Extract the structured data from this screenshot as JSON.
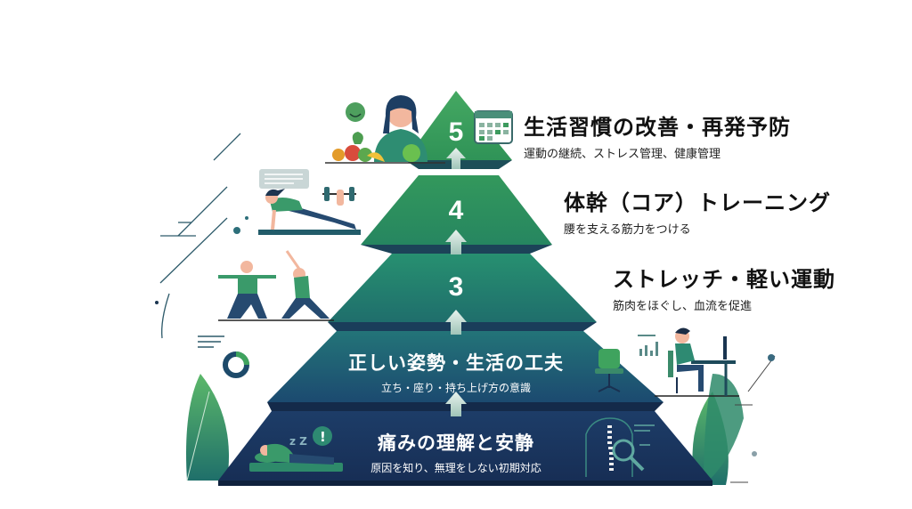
{
  "diagram": {
    "type": "pyramid",
    "tiers": [
      {
        "level": 5,
        "number_label": "5",
        "title": "生活習慣の改善・再発予防",
        "subtitle": "運動の継続、ストレス管理、健康管理",
        "label_position": "right",
        "color": "#3a9a5b",
        "illustration": "woman-with-fruits-and-calendar"
      },
      {
        "level": 4,
        "number_label": "4",
        "title": "体幹（コア）トレーニング",
        "subtitle": "腰を支える筋力をつける",
        "label_position": "right",
        "color": "#2f8f5e",
        "illustration": "plank-and-dumbbell"
      },
      {
        "level": 3,
        "number_label": "3",
        "title": "ストレッチ・軽い運動",
        "subtitle": "筋肉をほぐし、血流を促進",
        "label_position": "right",
        "color": "#26806a",
        "illustration": "two-people-stretching"
      },
      {
        "level": 2,
        "number_label": "",
        "title": "正しい姿勢・生活の工夫",
        "subtitle": "立ち・座り・持ち上げ方の意識",
        "label_position": "inside",
        "color": "#1f5a78",
        "illustration": "office-chair-and-desk-worker"
      },
      {
        "level": 1,
        "number_label": "",
        "title": "痛みの理解と安静",
        "subtitle": "原因を知り、無理をしない初期対応",
        "label_position": "inside",
        "color": "#1b3a63",
        "illustration": "sleeping-person-and-spine-exam"
      }
    ],
    "arrows": "upward between tiers",
    "colors": {
      "top_green": "#3fa35e",
      "mid_teal": "#22806e",
      "bottom_navy": "#1a355e",
      "text_dark": "#111111",
      "text_light": "#ffffff"
    }
  }
}
